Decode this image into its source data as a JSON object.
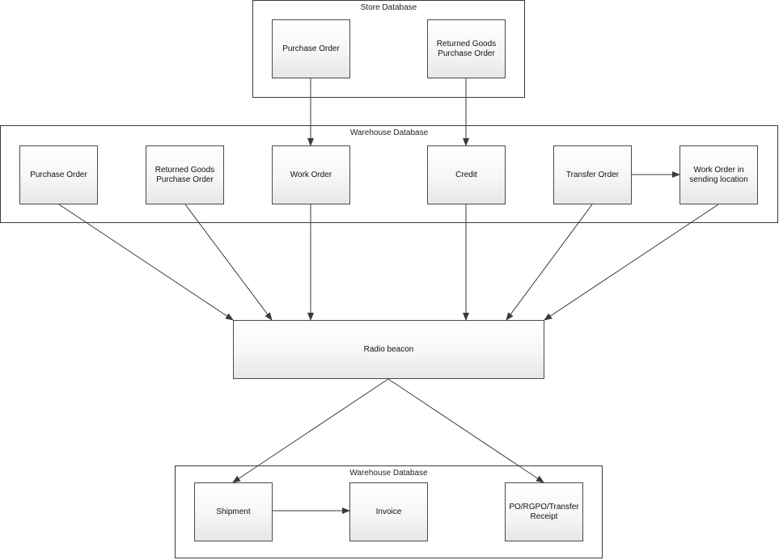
{
  "containers": {
    "store_db": {
      "label": "Store Database"
    },
    "warehouse_db_top": {
      "label": "Warehouse Database"
    },
    "warehouse_db_bottom": {
      "label": "Warehouse Database"
    }
  },
  "nodes": {
    "store_purchase_order": "Purchase Order",
    "store_returned_goods_po": "Returned Goods\nPurchase Order",
    "wh_purchase_order": "Purchase Order",
    "wh_returned_goods_po": "Returned Goods\nPurchase Order",
    "wh_work_order": "Work Order",
    "wh_credit": "Credit",
    "wh_transfer_order": "Transfer Order",
    "wh_work_order_sending": "Work Order in\nsending location",
    "radio_beacon": "Radio beacon",
    "shipment": "Shipment",
    "invoice": "Invoice",
    "receipt": "PO/RGPO/Transfer\nReceipt"
  },
  "colors": {
    "stroke": "#3a3a3a"
  }
}
